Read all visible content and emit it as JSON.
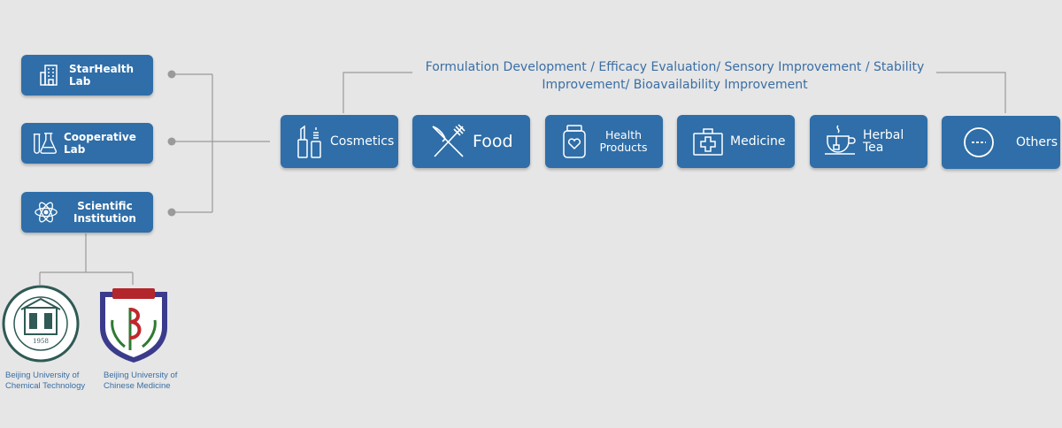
{
  "sources": [
    {
      "label": "StarHealth Lab",
      "icon": "building-icon"
    },
    {
      "label": "Cooperative Lab",
      "icon": "lab-flask-icon"
    },
    {
      "label": "Scientific Institution",
      "icon": "atom-icon"
    }
  ],
  "services_text": "Formulation Development / Efficacy Evaluation/ Sensory Improvement / Stability Improvement/ Bioavailability Improvement",
  "categories": [
    {
      "label": "Cosmetics",
      "icon": "cosmetics-icon"
    },
    {
      "label": "Food",
      "icon": "fork-knife-icon"
    },
    {
      "label": "Health Products",
      "icon": "supplement-jar-icon"
    },
    {
      "label": "Medicine",
      "icon": "medical-kit-icon"
    },
    {
      "label": "Herbal Tea",
      "icon": "tea-cup-icon"
    },
    {
      "label": "Others",
      "icon": "more-circle-icon"
    }
  ],
  "universities": [
    {
      "name": "Beijing University of Chemical Technology",
      "seal_year": "1958"
    },
    {
      "name": "Beijing University of Chinese Medicine"
    }
  ],
  "colors": {
    "box": "#2f6ea8",
    "line": "#9a9a9a",
    "text_accent": "#3a6ea5",
    "background": "#e6e6e6"
  }
}
